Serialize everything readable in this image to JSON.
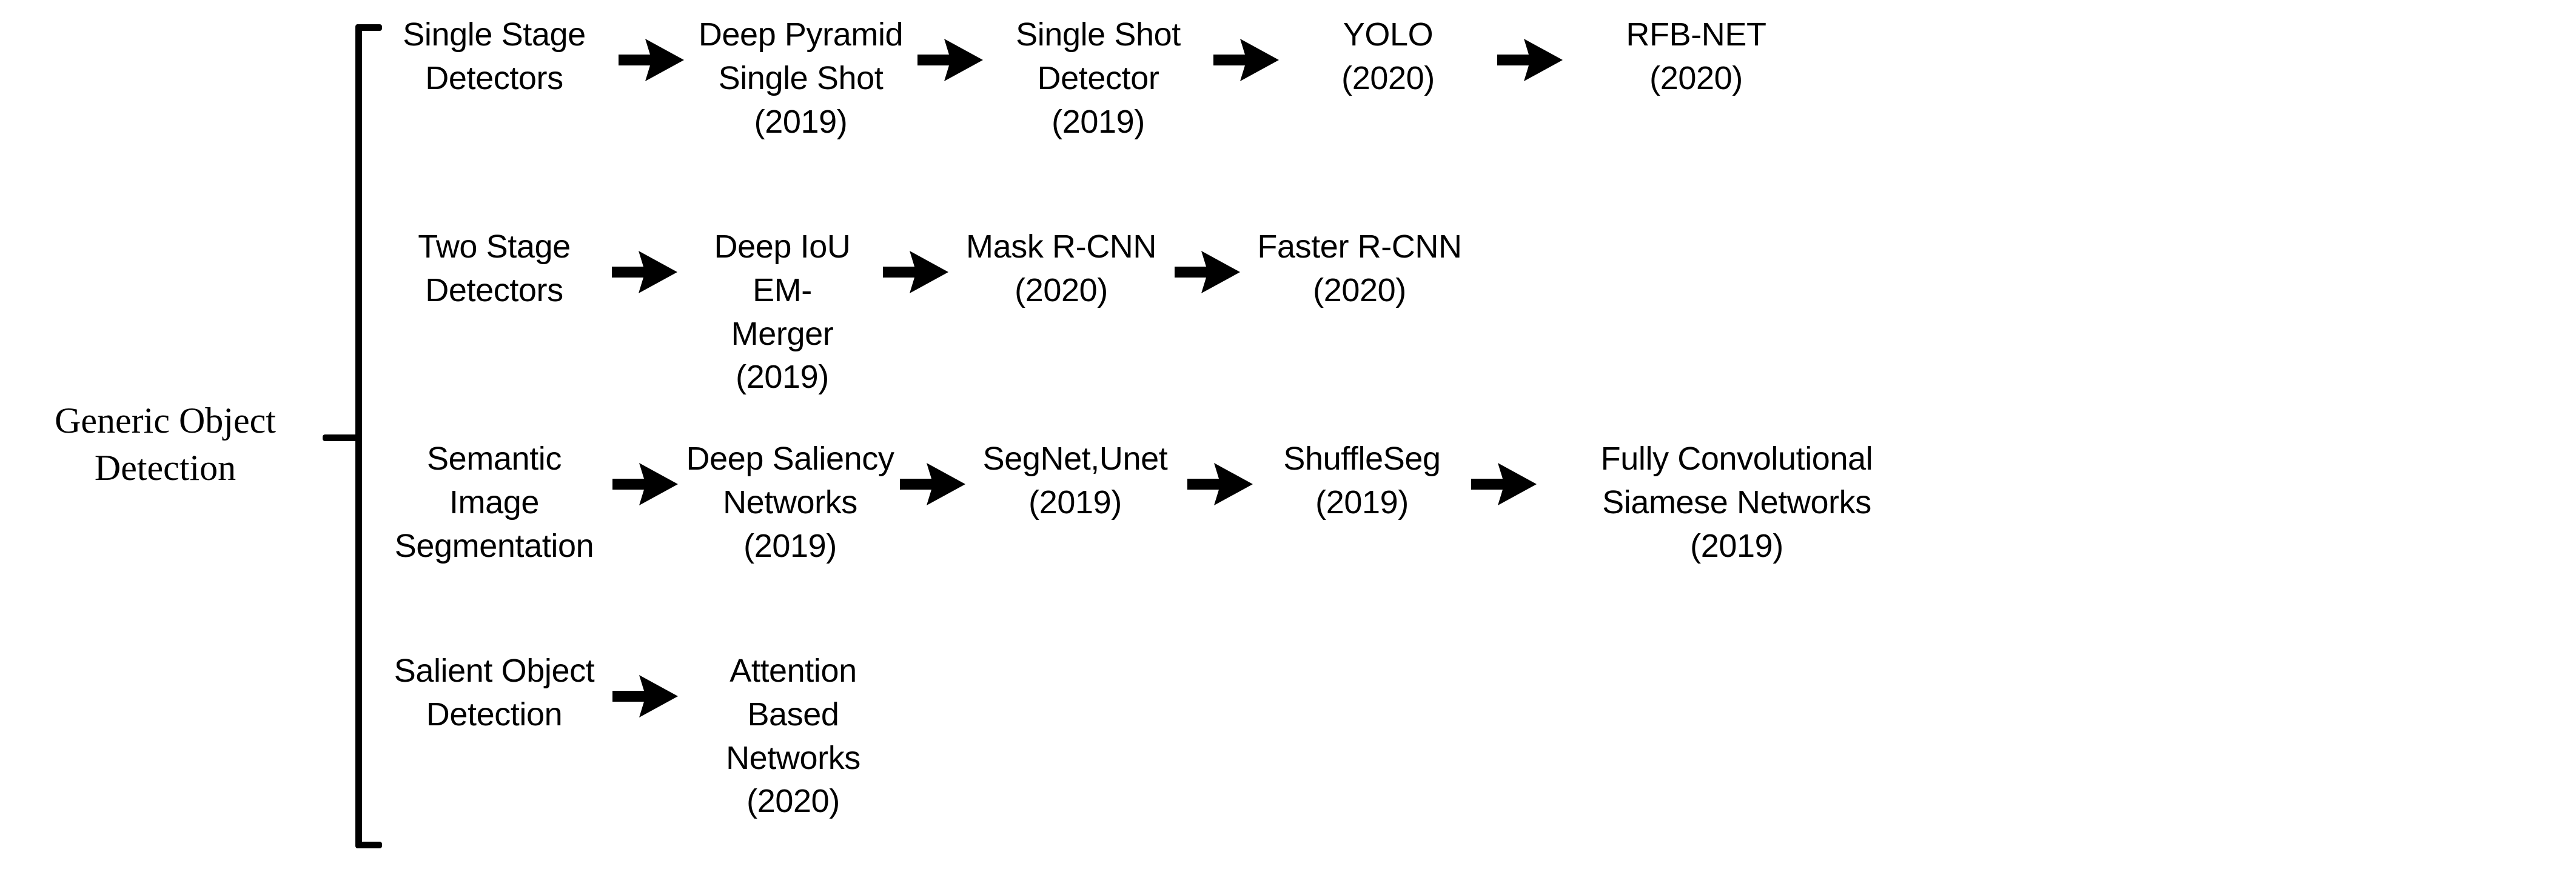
{
  "diagram": {
    "title": "Generic Object Detection taxonomy",
    "root": {
      "label": "Generic Object\nDetection"
    },
    "bracket": {
      "icon": "left-curly-bracket"
    },
    "arrow_icon": "right-arrow-icon",
    "branches": [
      {
        "category": "Single Stage\nDetectors",
        "nodes": [
          "Deep Pyramid\nSingle Shot\n(2019)",
          "Single Shot\nDetector\n(2019)",
          "YOLO\n(2020)",
          "RFB-NET\n(2020)"
        ]
      },
      {
        "category": "Two Stage\nDetectors",
        "nodes": [
          "Deep IoU EM-\nMerger\n(2019)",
          "Mask R-CNN\n(2020)",
          "Faster R-CNN\n(2020)"
        ]
      },
      {
        "category": "Semantic Image\nSegmentation",
        "nodes": [
          "Deep Saliency\nNetworks\n(2019)",
          "SegNet,Unet\n(2019)",
          "ShuffleSeg\n(2019)",
          "Fully Convolutional\nSiamese Networks\n(2019)"
        ]
      },
      {
        "category": "Salient Object\nDetection",
        "nodes": [
          "Attention Based\nNetworks\n(2020)"
        ]
      }
    ]
  },
  "colors": {
    "background": "#ffffff",
    "ink": "#000000"
  }
}
